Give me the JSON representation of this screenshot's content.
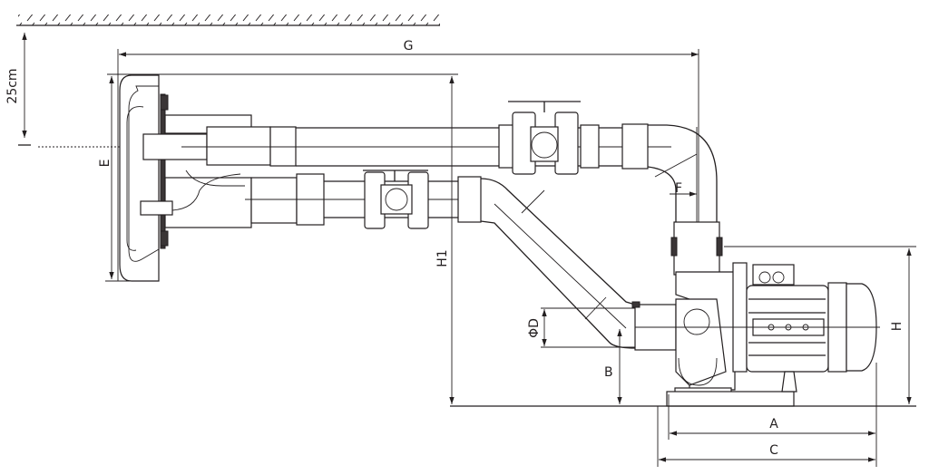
{
  "labels": {
    "distance": "25cm",
    "G": "G",
    "E": "E",
    "F": "F",
    "H1": "H1",
    "D": "ΦD",
    "B": "B",
    "H": "H",
    "A": "A",
    "C": "C"
  },
  "colors": {
    "line": "#231f20",
    "background": "#ffffff"
  }
}
